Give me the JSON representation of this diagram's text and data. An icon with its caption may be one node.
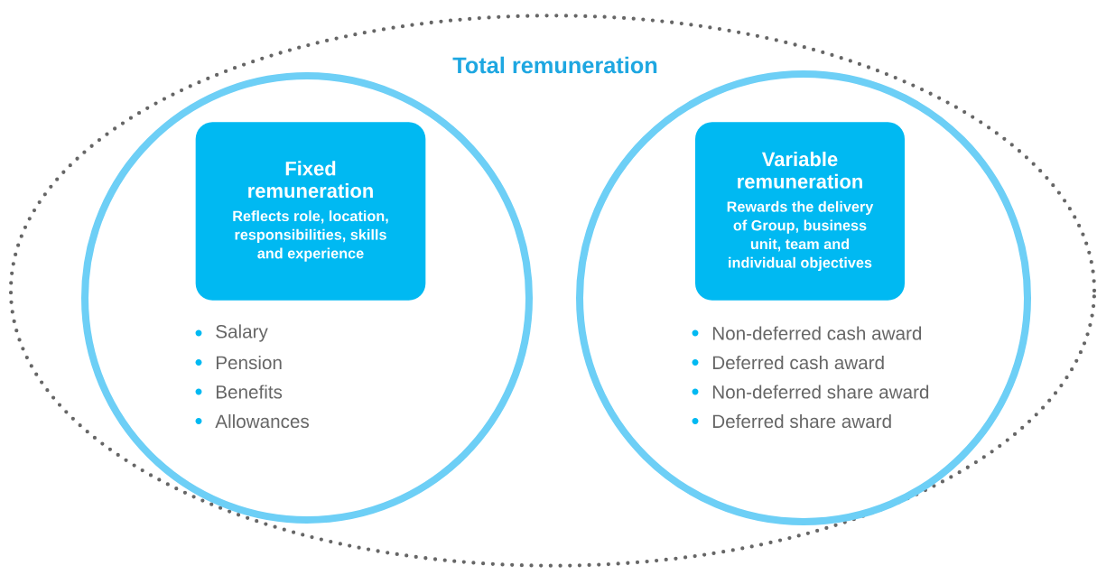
{
  "diagram": {
    "nodes": [
      {
        "text": [
          "Total remuneration"
        ]
      },
      {
        "text": [
          "Salary",
          "Pension",
          "Benefits",
          "Allowances"
        ],
        "in": 0
      },
      {
        "text": [
          "Fixed remuneration",
          "Reflects role, location, responsibilities, skills and experience"
        ],
        "in": 1
      },
      {
        "text": [
          "Non-deferred cash award",
          "Deferred cash award",
          "Non-deferred share award",
          "Deferred share award"
        ],
        "in": 0
      },
      {
        "text": [
          "Variable remuneration",
          "Rewards the delivery of Group, business unit, team and individual objectives"
        ],
        "in": 3
      }
    ]
  }
}
